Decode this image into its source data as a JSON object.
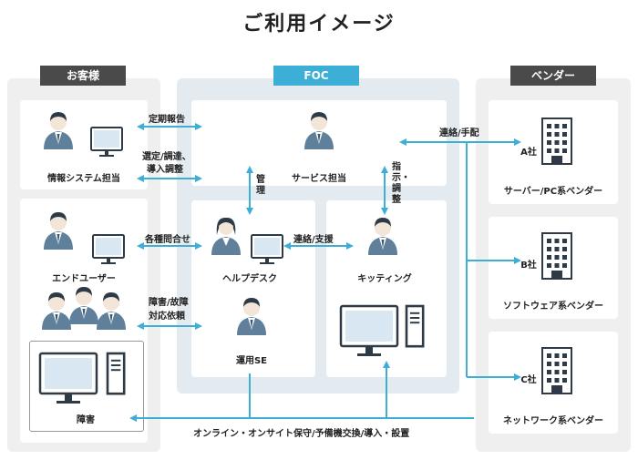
{
  "title": "ご利用イメージ",
  "sections": {
    "customer": "お客様",
    "foc": "FOC",
    "vendor": "ベンダー"
  },
  "customer": {
    "info_system": "情報システム担当",
    "end_user": "エンドユーザー",
    "failure": "障害"
  },
  "foc": {
    "service": "サービス担当",
    "helpdesk": "ヘルプデスク",
    "kitting": "キッティング",
    "ops_se": "運用SE"
  },
  "vendors": [
    {
      "name": "A社",
      "desc": "サーバー/PC系ベンダー"
    },
    {
      "name": "B社",
      "desc": "ソフトウェア系ベンダー"
    },
    {
      "name": "C社",
      "desc": "ネットワーク系ベンダー"
    }
  ],
  "arrows": {
    "regular_report": "定期報告",
    "selection_1": "選定/調達、",
    "selection_2": "導入調整",
    "inquiries": "各種問合せ",
    "failure_1": "障害/故障",
    "failure_2": "対応依頼",
    "management": "管理",
    "liaison_support": "連絡/支援",
    "instruct": "指示・調整",
    "liaison_arrange": "連絡/手配",
    "bottom": "オンライン・オンサイト保守/予備機交換/導入・設置"
  },
  "colors": {
    "accent": "#3daed6",
    "dark": "#4a4a4a",
    "person": "#5f7f9a",
    "foc_bg": "#e3ebf0"
  }
}
